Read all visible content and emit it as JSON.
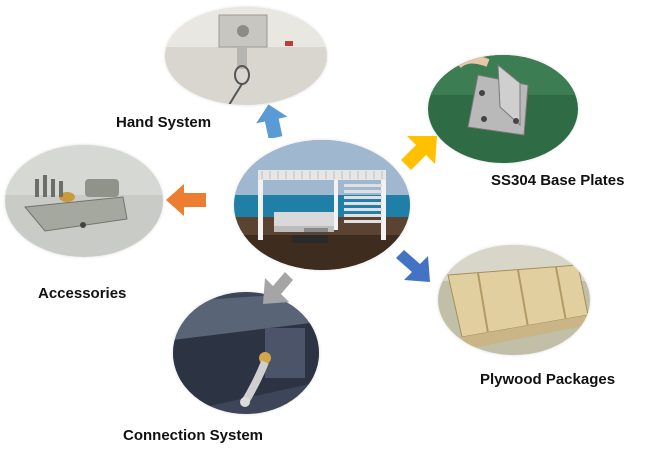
{
  "labels": {
    "hand_system": "Hand System",
    "base_plates": "SS304 Base Plates",
    "accessories": "Accessories",
    "plywood": "Plywood Packages",
    "connection": "Connection System"
  },
  "colors": {
    "arrow_blue": "#5b9bd5",
    "arrow_orange": "#ed7d31",
    "arrow_yellow": "#ffc000",
    "arrow_grey": "#a5a5a5",
    "arrow_dark_blue": "#4472c4"
  }
}
